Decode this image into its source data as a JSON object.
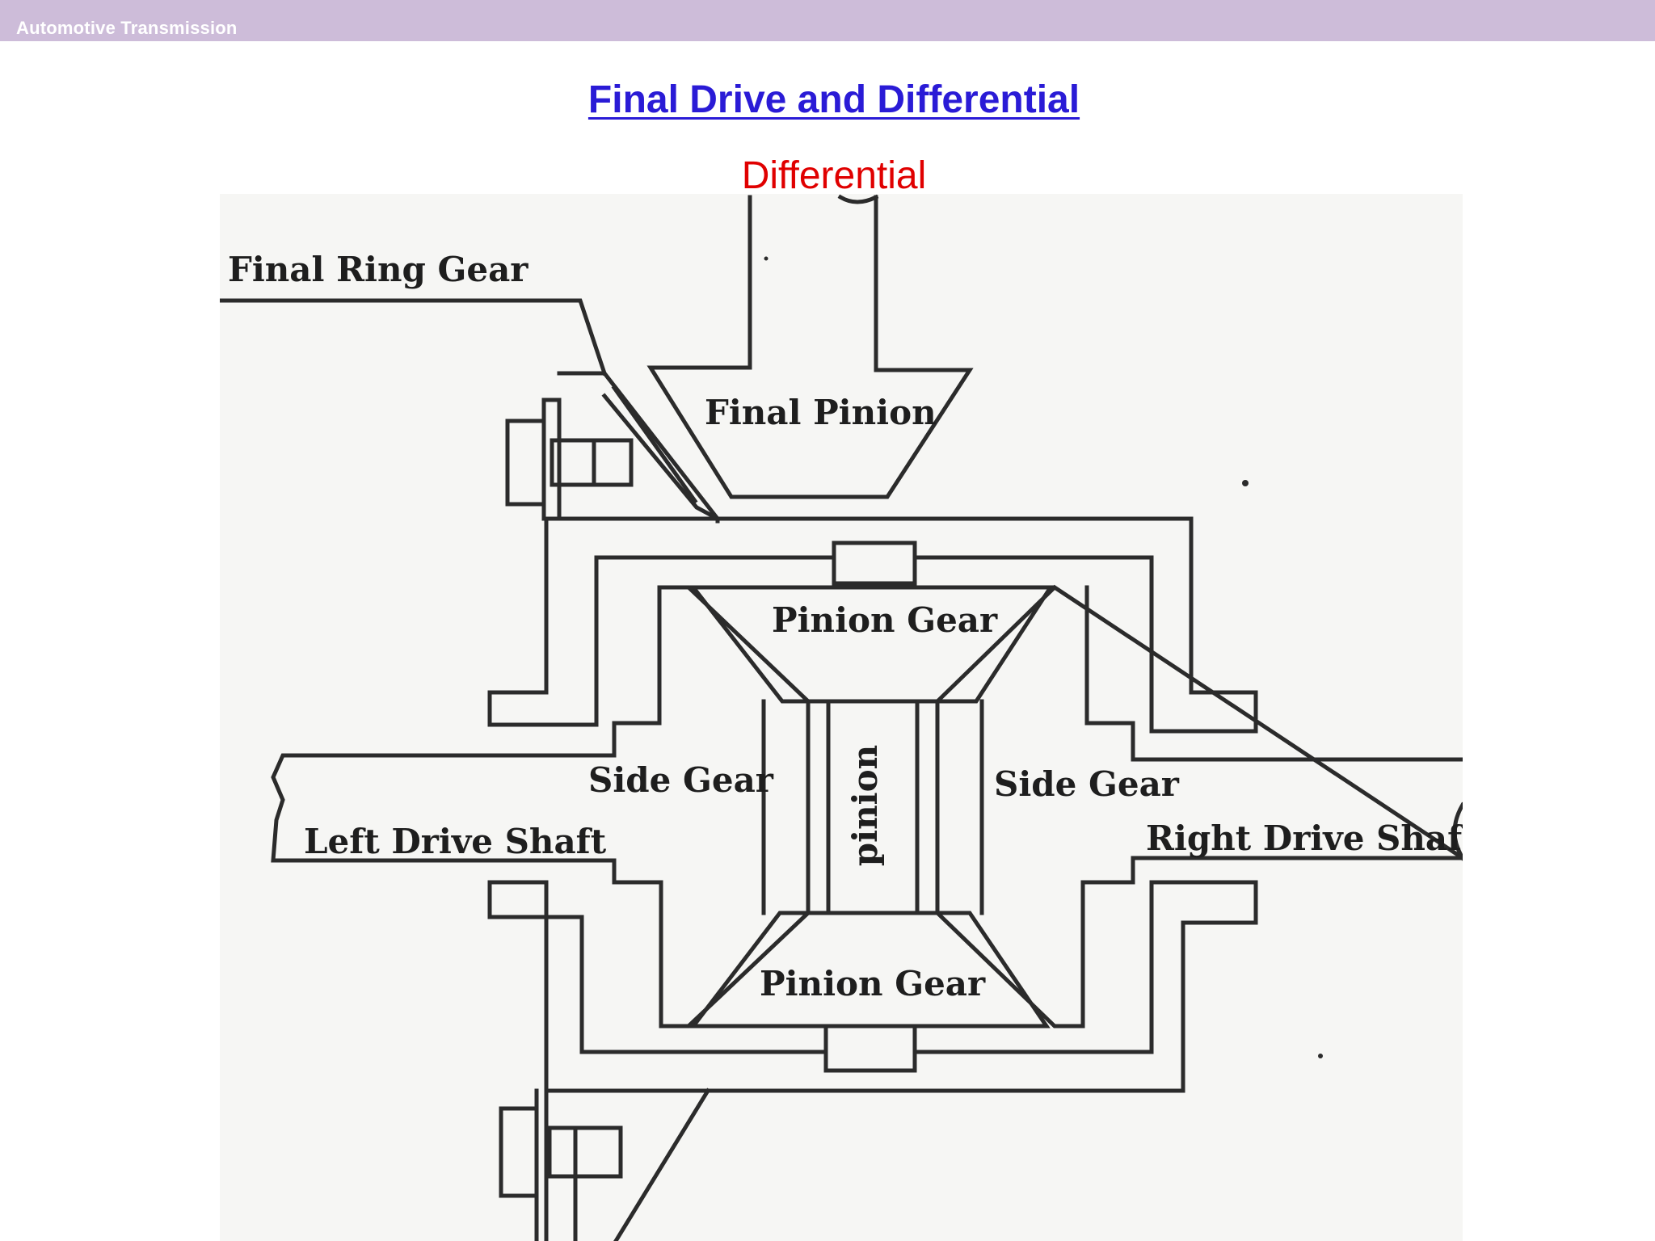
{
  "header": {
    "title": "Automotive Transmission"
  },
  "slide": {
    "title": "Final Drive and Differential",
    "subtitle": "Differential"
  },
  "diagram": {
    "labels": {
      "final_ring_gear": "Final Ring Gear",
      "final_pinion": "Final Pinion",
      "pinion_gear_top": "Pinion Gear",
      "pinion_gear_bottom": "Pinion Gear",
      "pinion_shaft": "pinion",
      "side_gear_left": "Side Gear",
      "side_gear_right": "Side Gear",
      "left_drive_shaft": "Left Drive Shaft",
      "right_drive_shaft": "Right Drive Shaft"
    },
    "colors": {
      "line": "#2b2b2b",
      "paper": "#f6f6f4"
    }
  }
}
